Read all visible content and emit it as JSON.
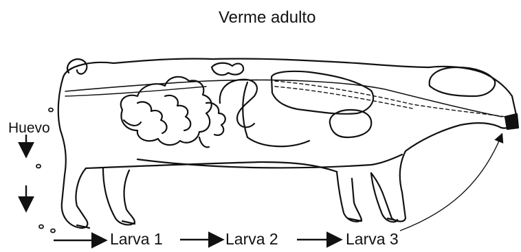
{
  "title": "Verme adulto",
  "labels": {
    "egg": "Huevo",
    "larva1": "Larva 1",
    "larva2": "Larva 2",
    "larva3": "Larva 3"
  },
  "colors": {
    "ink": "#111111",
    "background": "#ffffff"
  }
}
